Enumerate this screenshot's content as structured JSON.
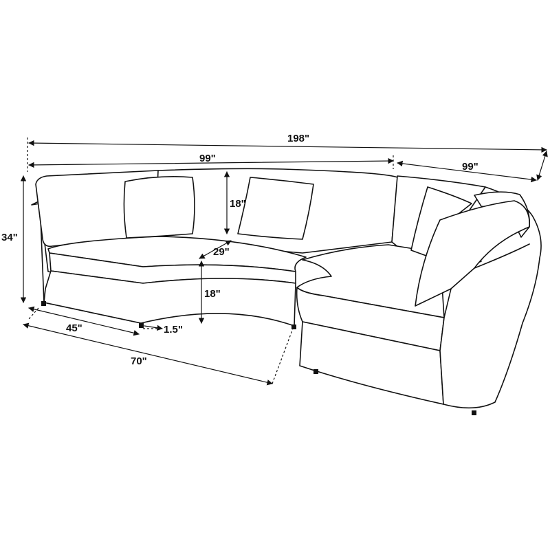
{
  "dimensions": {
    "overall_width": "198\"",
    "left_section_width": "99\"",
    "right_section_width": "99\"",
    "total_height": "34\"",
    "back_height": "18\"",
    "seat_depth": "29\"",
    "seat_height": "18\"",
    "arm_depth": "45\"",
    "leg_height": "1.5\"",
    "section_depth": "70\""
  }
}
